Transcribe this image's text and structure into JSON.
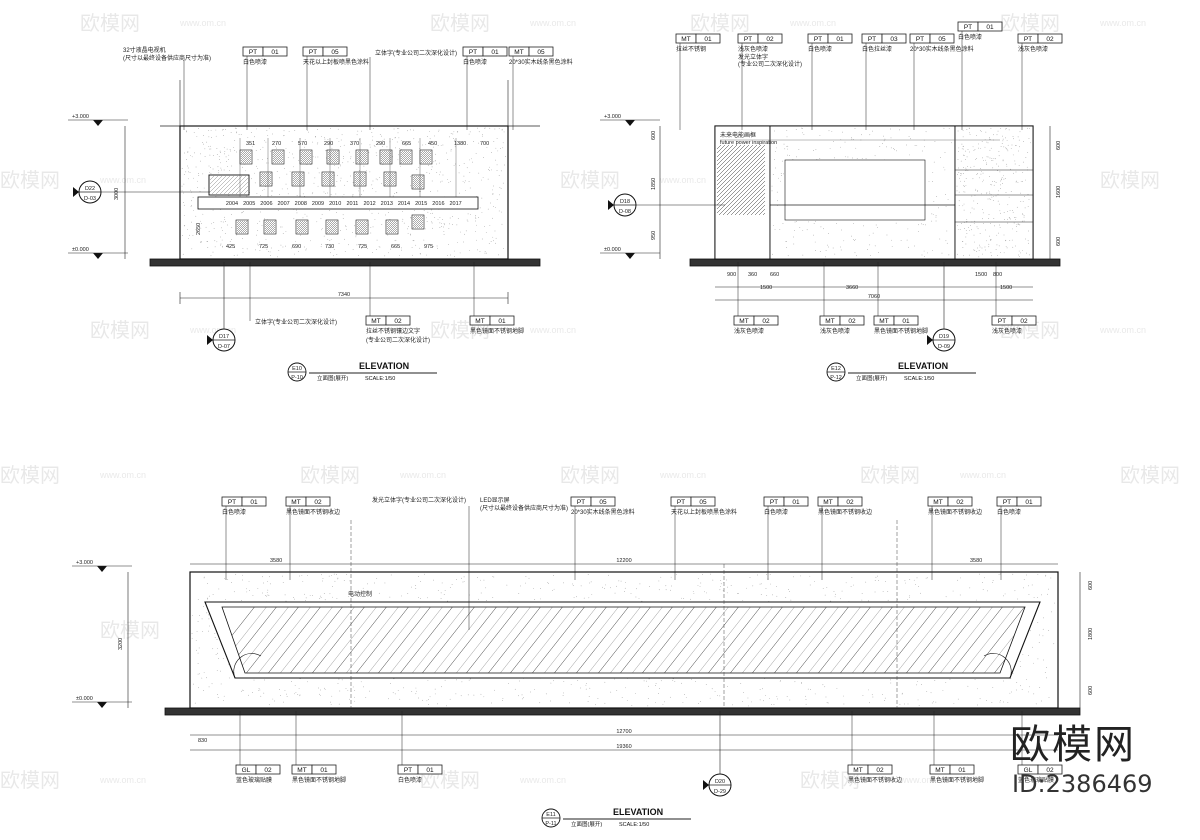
{
  "watermarks": {
    "brand": "欧模网",
    "site": "www.om.cn"
  },
  "brand_block": {
    "logo_text": "欧模网",
    "id_text": "ID:2386469"
  },
  "drawings": [
    {
      "id": "E10",
      "ref": "P-10",
      "title": "ELEVATION",
      "subtitle": "立面图(展开)",
      "scale": "SCALE:1/50",
      "level_top": "+3.000",
      "level_bottom": "±0.000",
      "tags_top": [
        {
          "code": "PT",
          "num": "01",
          "note": "白色喷漆"
        },
        {
          "code": "PT",
          "num": "05",
          "note": "天花以上封板喷黑色涂料"
        },
        {
          "code": "PT",
          "num": "01",
          "note": "白色喷漆"
        },
        {
          "code": "MT",
          "num": "05",
          "note": "20*30实木线条黑色涂料"
        }
      ],
      "note_top_left": "32寸液晶电视机",
      "note_top_left_2": "(尺寸以最终设备供应商尺寸为准)",
      "note_top_mid": "立体字(专业公司二次深化设计)",
      "years": [
        "2004",
        "2005",
        "2006",
        "2007",
        "2008",
        "2009",
        "2010",
        "2011",
        "2012",
        "2013",
        "2014",
        "2015",
        "2016",
        "2017"
      ],
      "dims_top": [
        "351",
        "270",
        "570",
        "290",
        "370",
        "290",
        "665",
        "450",
        "1380",
        "700"
      ],
      "dims_bottom": [
        "425",
        "725",
        "690",
        "730",
        "725",
        "665",
        "975"
      ],
      "dim_total": "7340",
      "section_mark": {
        "id": "D22",
        "ref": "D-03"
      },
      "section_mark_bottom": {
        "id": "D17",
        "ref": "D-07"
      },
      "tags_bottom": [
        {
          "code": "MT",
          "num": "02",
          "note": "拉丝不锈钢镶边文字"
        },
        {
          "code": "MT",
          "num": "01",
          "note": "黑色镜面不锈钢地脚"
        }
      ],
      "note_bottom_left": "立体字(专业公司二次深化设计)",
      "note_bottom_mid_2": "(专业公司二次深化设计)",
      "left_dims": [
        "2650",
        "3000"
      ]
    },
    {
      "id": "E12",
      "ref": "P-12",
      "title": "ELEVATION",
      "subtitle": "立面图(展开)",
      "scale": "SCALE:1/50",
      "level_top": "+3.000",
      "level_bottom": "±0.000",
      "tags_top": [
        {
          "code": "MT",
          "num": "01",
          "note": "拉丝不锈钢"
        },
        {
          "code": "PT",
          "num": "02",
          "note": "浅灰色喷漆"
        },
        {
          "code": "PT",
          "num": "01",
          "note": "白色喷漆"
        },
        {
          "code": "PT",
          "num": "03",
          "note": "白色拉丝漆"
        },
        {
          "code": "PT",
          "num": "05",
          "note": "20*30实木线条黑色涂料"
        },
        {
          "code": "PT",
          "num": "01",
          "note": "白色喷漆"
        },
        {
          "code": "PT",
          "num": "02",
          "note": "浅灰色喷漆"
        }
      ],
      "note_top_left": "发光立体字",
      "note_top_mid": "(专业公司二次深化设计)",
      "panel_label": "未来电能画框",
      "panel_label_2": "future power inspiration",
      "dims_bottom": [
        "900",
        "360",
        "660",
        "1500",
        "3660",
        "1500",
        "800",
        "1500"
      ],
      "dim_total": "7060",
      "right_dims": [
        "600",
        "1600",
        "600"
      ],
      "left_dims": [
        "600",
        "1850",
        "950"
      ],
      "section_mark": {
        "id": "D18",
        "ref": "D-08"
      },
      "section_mark_bottom": {
        "id": "D19",
        "ref": "D-09"
      },
      "tags_bottom": [
        {
          "code": "MT",
          "num": "02",
          "note": "浅灰色喷漆"
        },
        {
          "code": "MT",
          "num": "02",
          "note": "浅灰色喷漆"
        },
        {
          "code": "MT",
          "num": "01",
          "note": "黑色镜面不锈钢地脚"
        },
        {
          "code": "PT",
          "num": "02",
          "note": "浅灰色喷漆"
        }
      ]
    },
    {
      "id": "E11",
      "ref": "P-11",
      "title": "ELEVATION",
      "subtitle": "立面图(展开)",
      "scale": "SCALE:1/50",
      "level_top": "+3.000",
      "level_bottom": "±0.000",
      "tags_top": [
        {
          "code": "PT",
          "num": "01",
          "note": "白色喷漆"
        },
        {
          "code": "MT",
          "num": "02",
          "note": "黑色镜面不锈钢收边"
        },
        {
          "code": "PT",
          "num": "05",
          "note": "20*30实木线条黑色涂料"
        },
        {
          "code": "PT",
          "num": "05",
          "note": "天花以上封板喷黑色涂料"
        },
        {
          "code": "PT",
          "num": "01",
          "note": "白色喷漆"
        },
        {
          "code": "MT",
          "num": "02",
          "note": "黑色镜面不锈钢收边"
        },
        {
          "code": "MT",
          "num": "02",
          "note": "黑色镜面不锈钢收边"
        },
        {
          "code": "PT",
          "num": "01",
          "note": "白色喷漆"
        }
      ],
      "note_top_1": "发光立体字(专业公司二次深化设计)",
      "note_top_2": "LED显示屏",
      "note_top_2b": "(尺寸以最终设备供应商尺寸为准)",
      "glass_note": "电动控制",
      "dims_top": [
        "3580",
        "12200",
        "3580"
      ],
      "dims_bottom": [
        "830",
        "12700",
        "19360"
      ],
      "right_dims": [
        "600",
        "1800",
        "600"
      ],
      "left_dims": [
        "3200"
      ],
      "section_mark_bottom": {
        "id": "D20",
        "ref": "D-29"
      },
      "tags_bottom": [
        {
          "code": "GL",
          "num": "02",
          "note": "蓝色玻璃贴膜"
        },
        {
          "code": "MT",
          "num": "01",
          "note": "黑色镜面不锈钢地脚"
        },
        {
          "code": "PT",
          "num": "01",
          "note": "白色喷漆"
        },
        {
          "code": "MT",
          "num": "02",
          "note": "黑色镜面不锈钢收边"
        },
        {
          "code": "MT",
          "num": "01",
          "note": "黑色镜面不锈钢地脚"
        },
        {
          "code": "GL",
          "num": "02",
          "note": "蓝色玻璃贴膜"
        }
      ]
    }
  ]
}
